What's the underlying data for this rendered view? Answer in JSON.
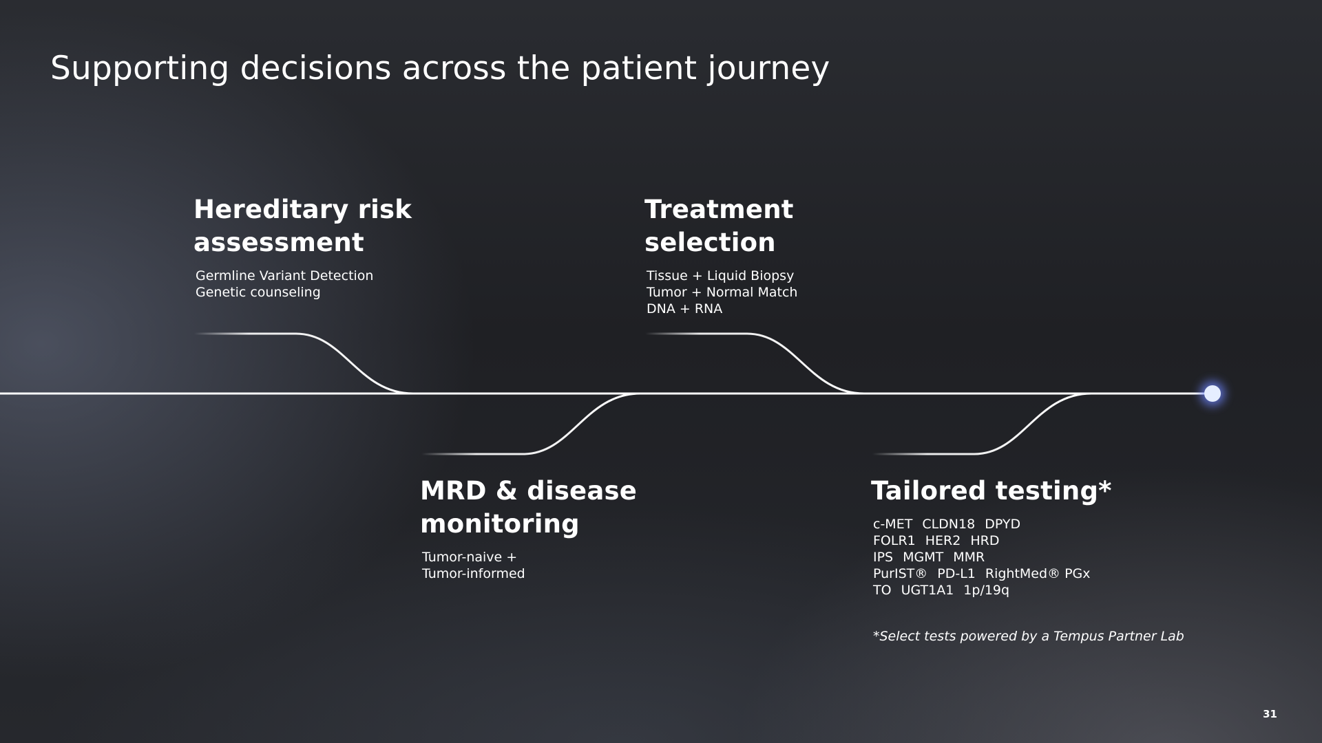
{
  "title": "Supporting decisions across the patient journey",
  "colors": {
    "accent_glow": "#4a5cff",
    "line": "#ffffff",
    "end_dot": "#dfe8ff"
  },
  "stages": {
    "hereditary": {
      "heading": "Hereditary risk assessment",
      "heading_line1": "Hereditary risk",
      "heading_line2": "assessment",
      "items": [
        "Germline Variant Detection",
        "Genetic counseling"
      ]
    },
    "treatment": {
      "heading": "Treatment selection",
      "items": [
        "Tissue + Liquid Biopsy",
        "Tumor + Normal Match",
        "DNA + RNA"
      ]
    },
    "mrd": {
      "heading": "MRD & disease monitoring",
      "heading_line1": "MRD & disease",
      "heading_line2": "monitoring",
      "items": [
        "Tumor-naive +",
        "Tumor-informed"
      ]
    },
    "tailored": {
      "heading": "Tailored testing*",
      "test_rows": [
        [
          "c-MET",
          "CLDN18",
          "DPYD"
        ],
        [
          "FOLR1",
          "HER2",
          "HRD"
        ],
        [
          "IPS",
          "MGMT",
          "MMR"
        ],
        [
          "PurIST®",
          "PD-L1",
          "RightMed® PGx"
        ],
        [
          "TO",
          "UGT1A1",
          "1p/19q"
        ]
      ]
    }
  },
  "footnote": "*Select tests powered by a Tempus Partner Lab",
  "page_number": "31"
}
